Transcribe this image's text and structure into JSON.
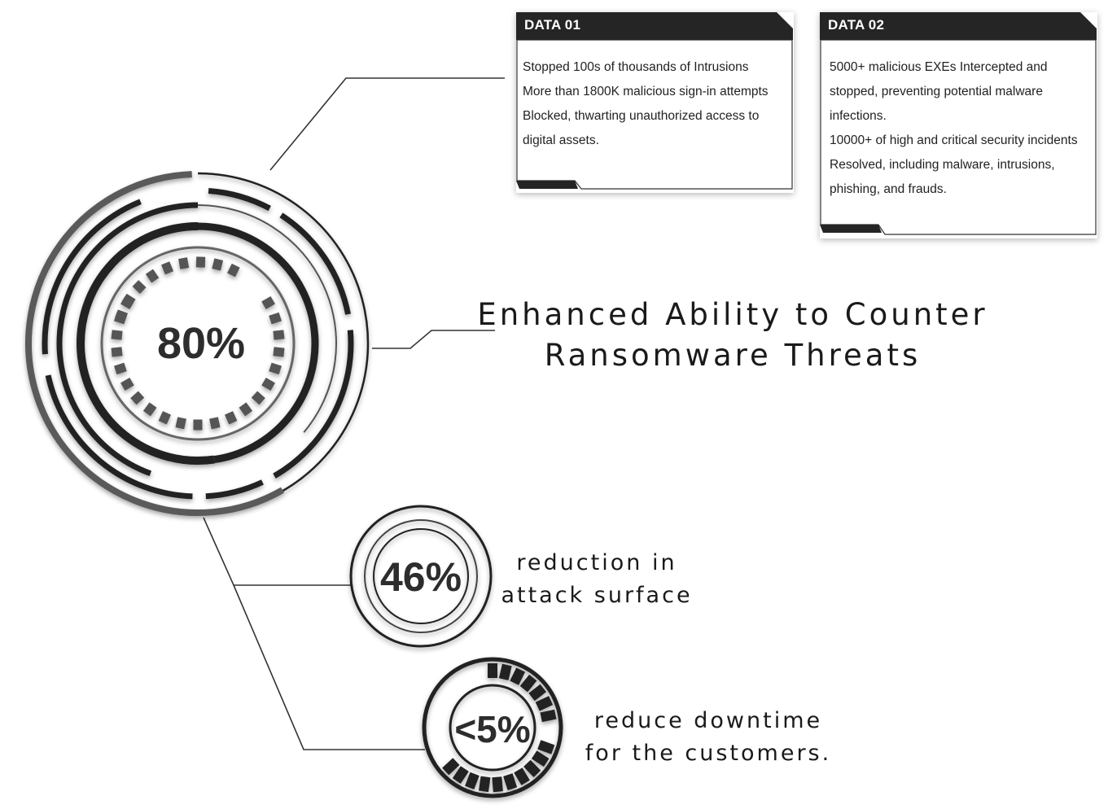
{
  "main_stat": {
    "value": "80%",
    "label_lines": [
      "Enhanced Ability to Counter",
      "Ransomware Threats"
    ]
  },
  "stat_2": {
    "value": "46%",
    "label_lines": [
      "reduction in",
      "attack surface"
    ]
  },
  "stat_3": {
    "value": "<5%",
    "label_lines": [
      "reduce downtime",
      "for the customers."
    ]
  },
  "cards": [
    {
      "title": "DATA 01",
      "lines": [
        "Stopped 100s of thousands of Intrusions",
        "More than 1800K malicious sign-in attempts",
        "Blocked, thwarting unauthorized access to",
        "digital assets."
      ]
    },
    {
      "title": "DATA 02",
      "lines": [
        "5000+ malicious EXEs Intercepted and",
        "stopped, preventing potential malware",
        "infections.",
        "10000+ of high and critical security incidents",
        "Resolved, including malware, intrusions,",
        "phishing, and frauds."
      ]
    }
  ],
  "colors": {
    "dark": "#222222",
    "mid": "#5a5a5a",
    "background": "#ffffff"
  }
}
